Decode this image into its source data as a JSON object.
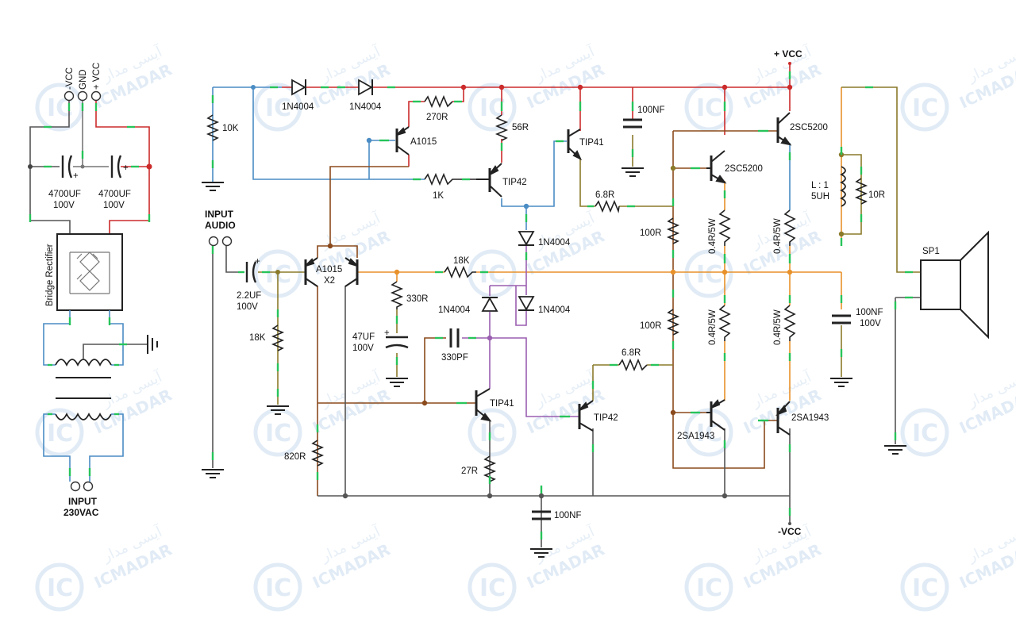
{
  "colors": {
    "wire_red": "#cc2b2b",
    "wire_blue": "#4a8cc4",
    "wire_brown": "#8b4a1c",
    "wire_orange": "#e8912a",
    "wire_purple": "#9a5fb0",
    "wire_olive": "#8a7a2a",
    "wire_gray": "#555555",
    "node_green": "#27c45a",
    "watermark": "#c9dcef"
  },
  "watermark": {
    "brand": "ICMADAR",
    "farsi": "آیسی مدار",
    "logo": "IC"
  },
  "power_supply": {
    "terminals": [
      "-VCC",
      "GND",
      "+ VCC"
    ],
    "cap1": {
      "value": "4700UF",
      "voltage": "100V"
    },
    "cap2": {
      "value": "4700UF",
      "voltage": "100V"
    },
    "rectifier": "Bridge Rectifier",
    "input": {
      "line1": "INPUT",
      "line2": "230VAC"
    }
  },
  "amplifier": {
    "input_label": {
      "line1": "INPUT",
      "line2": "AUDIO"
    },
    "rail_pos": "+ VCC",
    "rail_neg": "-VCC",
    "components": {
      "r_10k": "10K",
      "d1": "1N4004",
      "d2": "1N4004",
      "r_270": "270R",
      "q_a1015_top": "A1015",
      "r_56": "56R",
      "q_tip41_top": "TIP41",
      "c_100nf_top": "100NF",
      "r_1k": "1K",
      "q_tip42_top": "TIP42",
      "r_68_top": "6.8R",
      "q_2sc5200_a": "2SC5200",
      "q_2sc5200_b": "2SC5200",
      "d3": "1N4004",
      "c_in": {
        "value": "2.2UF",
        "voltage": "100V"
      },
      "q_pair": {
        "name": "A1015",
        "count": "X2"
      },
      "r_18k_fb": "18K",
      "r_330": "330R",
      "d4": "1N4004",
      "d5": "1N4004",
      "r_18k_in": "18K",
      "c_47uf": {
        "value": "47UF",
        "voltage": "100V"
      },
      "c_330pf": "330PF",
      "r_100_a": "100R",
      "r_100_b": "100R",
      "re_1": "0.4R/5W",
      "re_2": "0.4R/5W",
      "re_3": "0.4R/5W",
      "re_4": "0.4R/5W",
      "inductor": {
        "line1": "L : 1",
        "line2": "5UH"
      },
      "r_10_out": "10R",
      "speaker": "SP1",
      "c_zobel": {
        "value": "100NF",
        "voltage": "100V"
      },
      "r_68_bot": "6.8R",
      "q_tip41_bot": "TIP41",
      "q_tip42_bot": "TIP42",
      "q_2sa1943_a": "2SA1943",
      "q_2sa1943_b": "2SA1943",
      "r_820": "820R",
      "r_27": "27R",
      "c_100nf_bot": "100NF"
    }
  }
}
